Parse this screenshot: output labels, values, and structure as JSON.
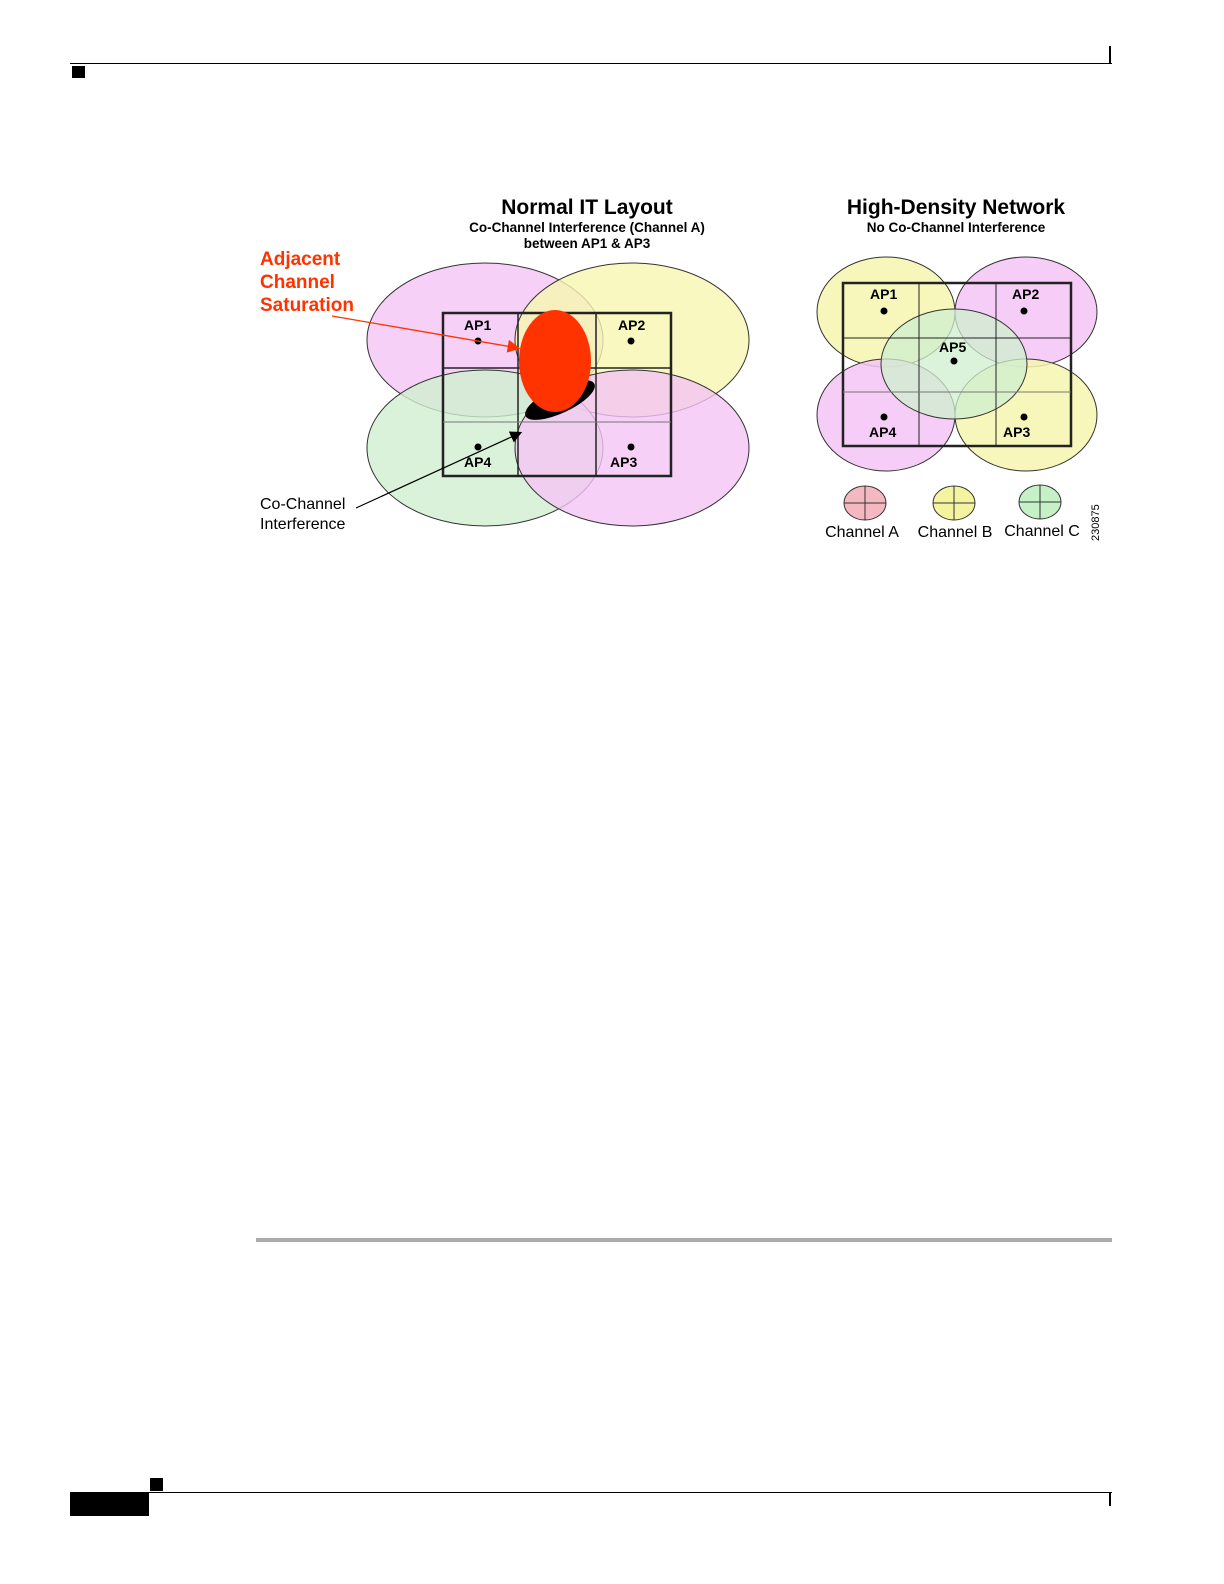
{
  "left_diagram": {
    "title": "Normal IT Layout",
    "subtitle_line1": "Co-Channel Interference (Channel A)",
    "subtitle_line2": "between AP1 & AP3",
    "callout_adjacent": [
      "Adjacent",
      "Channel",
      "Saturation"
    ],
    "callout_cochannel": [
      "Co-Channel",
      "Interference"
    ],
    "ap_labels": [
      "AP1",
      "AP2",
      "AP3",
      "AP4"
    ]
  },
  "right_diagram": {
    "title": "High-Density Network",
    "subtitle": "No Co-Channel Interference",
    "ap_labels": [
      "AP1",
      "AP2",
      "AP3",
      "AP4",
      "AP5"
    ]
  },
  "legend": [
    {
      "label": "Channel A",
      "color": "#f4b8c0"
    },
    {
      "label": "Channel B",
      "color": "#f4f4a0"
    },
    {
      "label": "Channel C",
      "color": "#c6f0c6"
    }
  ],
  "figure_id": "230875",
  "colors": {
    "channel_a": "#f4c4f4",
    "channel_b": "#f6f6b0",
    "channel_c": "#cfefcf",
    "saturation": "#ff3300",
    "callout_text": "#ff3300"
  }
}
